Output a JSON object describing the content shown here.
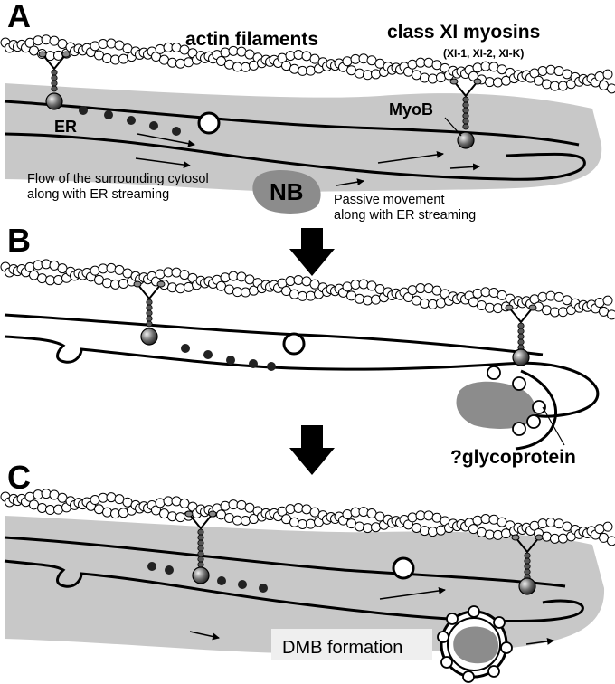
{
  "panels": [
    {
      "label": "A",
      "shows_cytosol_flow": true
    },
    {
      "label": "B",
      "shows_cytosol_flow": false
    },
    {
      "label": "C",
      "shows_cytosol_flow": true
    }
  ],
  "labels": {
    "actin_filaments": "actin filaments",
    "class_xi_myosins": "class XI myosins",
    "myosin_variants": "(XI-1, XI-2, XI-K)",
    "er": "ER",
    "myob": "MyoB",
    "nb": "NB",
    "flow_line1": "Flow of the surrounding cytosol",
    "flow_line2": "along with ER streaming",
    "passive_line1": "Passive movement",
    "passive_line2": "along with ER streaming",
    "glycoprotein": "?glycoprotein",
    "dmb_formation": "DMB formation"
  },
  "colors": {
    "cytosol": "#c8c8c8",
    "nuclear_body": "#8c8c8c",
    "outline": "#000000",
    "arrow": "#000000"
  },
  "icons": [
    "actin-filament-icon",
    "myosin-motor-icon",
    "er-membrane-icon",
    "vesicle-icon",
    "nuclear-body-icon",
    "transition-arrow-icon",
    "flow-arrow-icon"
  ]
}
